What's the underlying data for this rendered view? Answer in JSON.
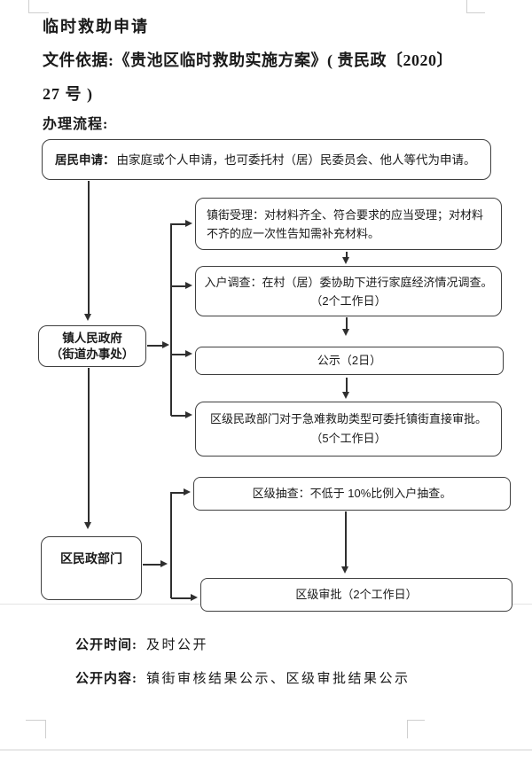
{
  "doc": {
    "title": "临时救助申请",
    "basis_line1": "文件依据:《贵池区临时救助实施方案》( 贵民政〔2020〕",
    "basis_line2": "27 号 )",
    "process_heading": "办理流程:"
  },
  "flowchart": {
    "resident": {
      "label": "居民申请：",
      "text": "由家庭或个人申请，也可委托村（居）民委员会、他人等代为申请。"
    },
    "town": {
      "lines": [
        "镇人民政府",
        "（街道办事处）"
      ]
    },
    "acceptance": {
      "lines": [
        "镇街受理：对材料齐全、符合要求的应当受理；对材料",
        "不齐的应一次性告知需补充材料。"
      ]
    },
    "survey": {
      "lines": [
        "入户调查：在村（居）委协助下进行家庭经济情况调查。",
        "（2个工作日）"
      ]
    },
    "publicity": {
      "text": "公示（2日）"
    },
    "delegate": {
      "lines": [
        "区级民政部门对于急难救助类型可委托镇街直接审批。",
        "（5个工作日）"
      ]
    },
    "district": {
      "text": "区民政部门"
    },
    "spot_check": {
      "text": "区级抽查：不低于 10%比例入户抽查。"
    },
    "approval": {
      "text": "区级审批（2个工作日）"
    }
  },
  "footer": {
    "time_label": "公开时间:",
    "time_value": "及时公开",
    "content_label": "公开内容:",
    "content_value": "镇街审核结果公示、区级审批结果公示"
  }
}
